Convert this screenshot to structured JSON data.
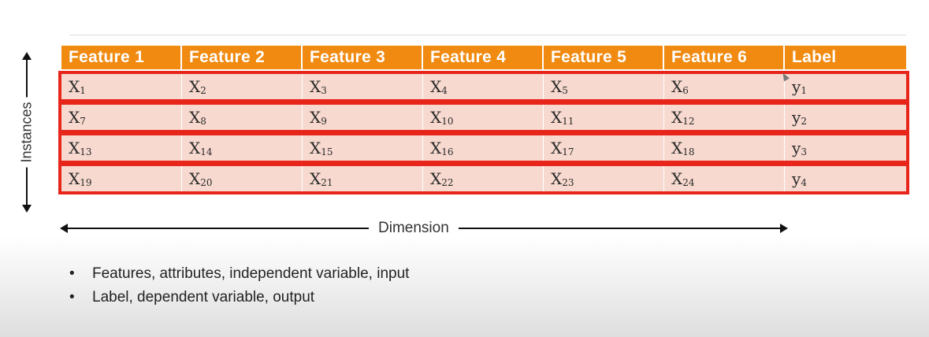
{
  "table": {
    "headers": [
      "Feature 1",
      "Feature 2",
      "Feature 3",
      "Feature 4",
      "Feature 5",
      "Feature 6",
      "Label"
    ],
    "rows": [
      [
        [
          "X",
          "1"
        ],
        [
          "X",
          "2"
        ],
        [
          "X",
          "3"
        ],
        [
          "X",
          "4"
        ],
        [
          "X",
          "5"
        ],
        [
          "X",
          "6"
        ],
        [
          "y",
          "1"
        ]
      ],
      [
        [
          "X",
          "7"
        ],
        [
          "X",
          "8"
        ],
        [
          "X",
          "9"
        ],
        [
          "X",
          "10"
        ],
        [
          "X",
          "11"
        ],
        [
          "X",
          "12"
        ],
        [
          "y",
          "2"
        ]
      ],
      [
        [
          "X",
          "13"
        ],
        [
          "X",
          "14"
        ],
        [
          "X",
          "15"
        ],
        [
          "X",
          "16"
        ],
        [
          "X",
          "17"
        ],
        [
          "X",
          "18"
        ],
        [
          "y",
          "3"
        ]
      ],
      [
        [
          "X",
          "19"
        ],
        [
          "X",
          "20"
        ],
        [
          "X",
          "21"
        ],
        [
          "X",
          "22"
        ],
        [
          "X",
          "23"
        ],
        [
          "X",
          "24"
        ],
        [
          "y",
          "4"
        ]
      ]
    ]
  },
  "axes": {
    "vertical_label": "Instances",
    "horizontal_label": "Dimension"
  },
  "bullets": [
    "Features, attributes, independent variable, input",
    "Label, dependent variable, output"
  ],
  "colors": {
    "header_bg": "#f08a10",
    "row_outline": "#e8251a",
    "row_fill": "#f7d9cf"
  },
  "icons": {
    "bullet": "•",
    "cursor": "mouse-cursor-icon"
  }
}
